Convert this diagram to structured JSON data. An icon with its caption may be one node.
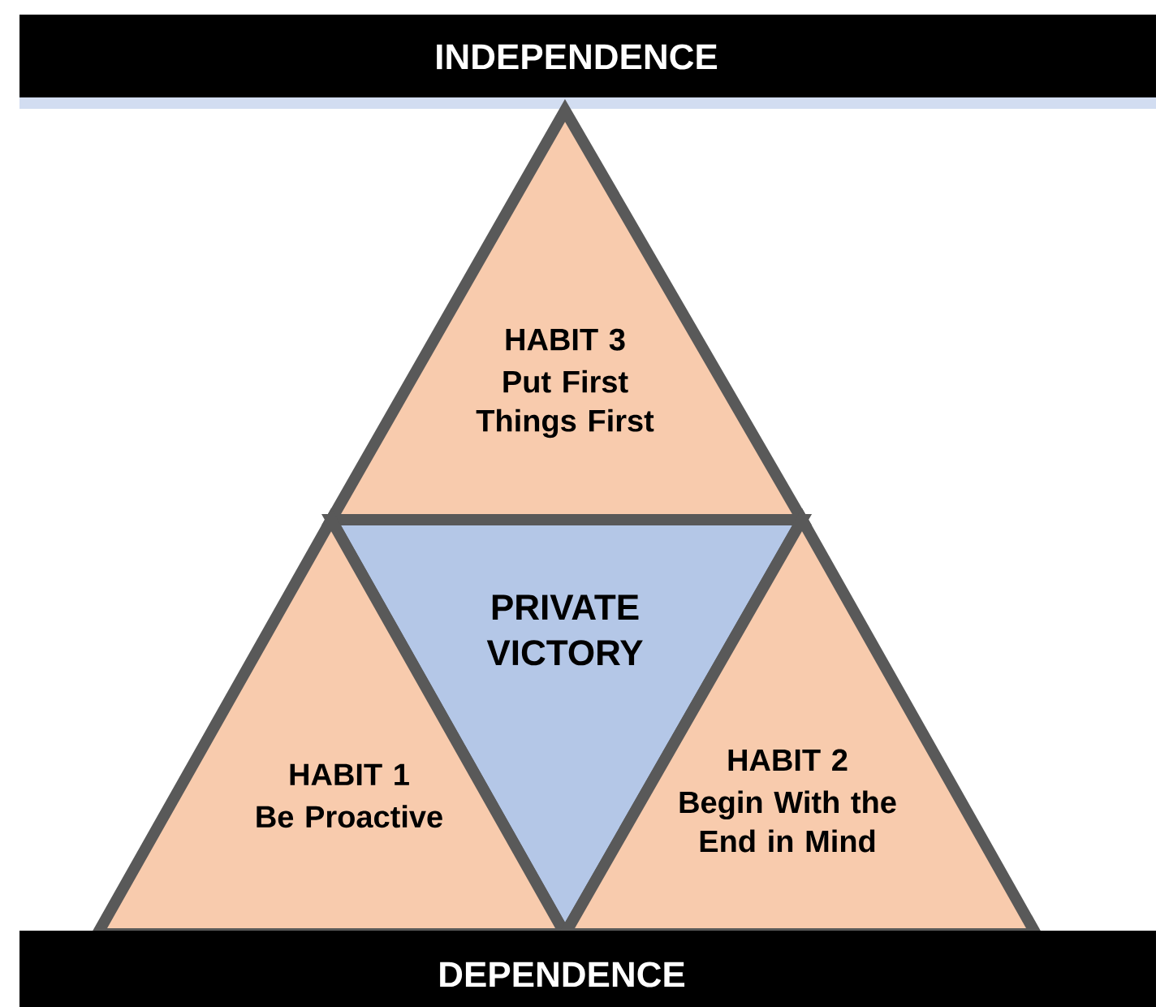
{
  "diagram": {
    "nodes": [
      {
        "text": [
          "INDEPENDENCE"
        ]
      },
      {
        "text": [
          "HABIT 3",
          "Put First Things First"
        ]
      },
      {
        "text": [
          "PRIVATE VICTORY"
        ]
      },
      {
        "text": [
          "HABIT 1",
          "Be Proactive"
        ]
      },
      {
        "text": [
          "HABIT 2",
          "Begin With the End in Mind"
        ]
      },
      {
        "text": [
          "DEPENDENCE"
        ]
      }
    ]
  }
}
